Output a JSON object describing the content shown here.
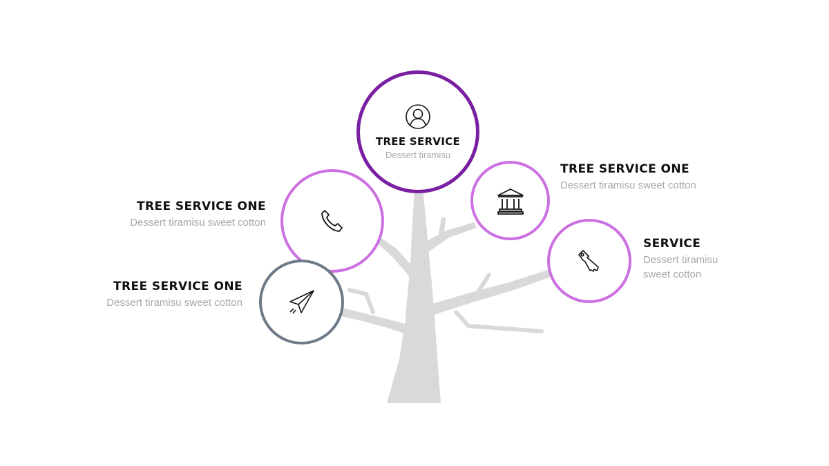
{
  "colors": {
    "tree": "#d9d9d9",
    "dark_purple": "#7a1fa2",
    "light_purple": "#cc6fe0",
    "slate": "#6e7a88",
    "title_text": "#111111",
    "desc_text": "#a8a8a8"
  },
  "nodes": {
    "top": {
      "icon": "user-icon",
      "title": "TREE SERVICE",
      "desc": "Dessert tiramisu"
    },
    "phone": {
      "icon": "phone-icon",
      "title": "TREE SERVICE ONE",
      "desc": "Dessert tiramisu sweet cotton"
    },
    "bank": {
      "icon": "bank-icon",
      "title": "TREE SERVICE ONE",
      "desc": "Dessert tiramisu sweet cotton"
    },
    "key": {
      "icon": "key-icon",
      "title": "SERVICE",
      "desc": "Dessert tiramisu sweet cotton"
    },
    "plane": {
      "icon": "paper-plane-icon",
      "title": "TREE SERVICE ONE",
      "desc": "Dessert tiramisu sweet cotton"
    }
  }
}
